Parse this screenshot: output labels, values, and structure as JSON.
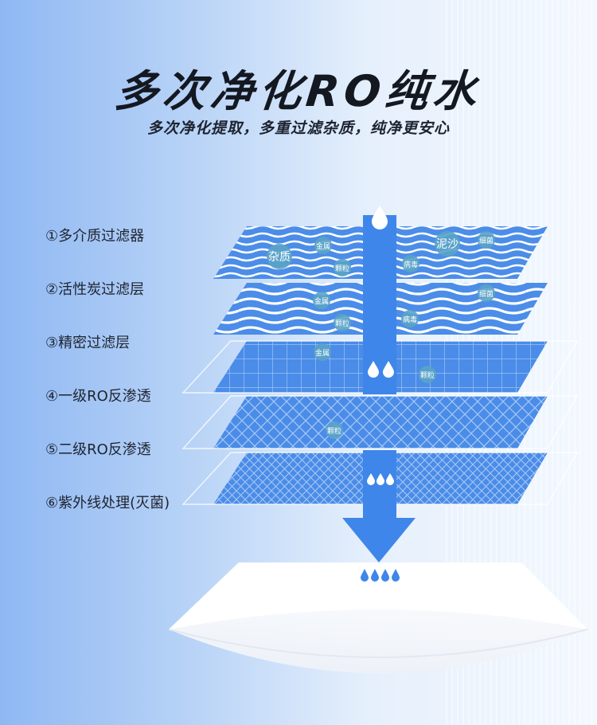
{
  "header": {
    "title": "多次净化RO纯水",
    "subtitle": "多次净化提取，多重过滤杂质，纯净更安心"
  },
  "layers": [
    {
      "label": "①多介质过滤器"
    },
    {
      "label": "②活性炭过滤层"
    },
    {
      "label": "③精密过滤层"
    },
    {
      "label": "④一级RO反渗透"
    },
    {
      "label": "⑤二级RO反渗透"
    },
    {
      "label": "⑥紫外线处理(灭菌)"
    }
  ],
  "impurities": {
    "zazhi": "杂质",
    "jinshu": "金属",
    "keli": "颗粒",
    "nisha": "泥沙",
    "xijun": "细菌",
    "bingdu": "病毒"
  },
  "colors": {
    "layer_blue": "#4b8de8",
    "arrow_blue": "#3f86ea",
    "bubble_teal": "#5aa3c6",
    "text_dark": "#1f2430"
  }
}
